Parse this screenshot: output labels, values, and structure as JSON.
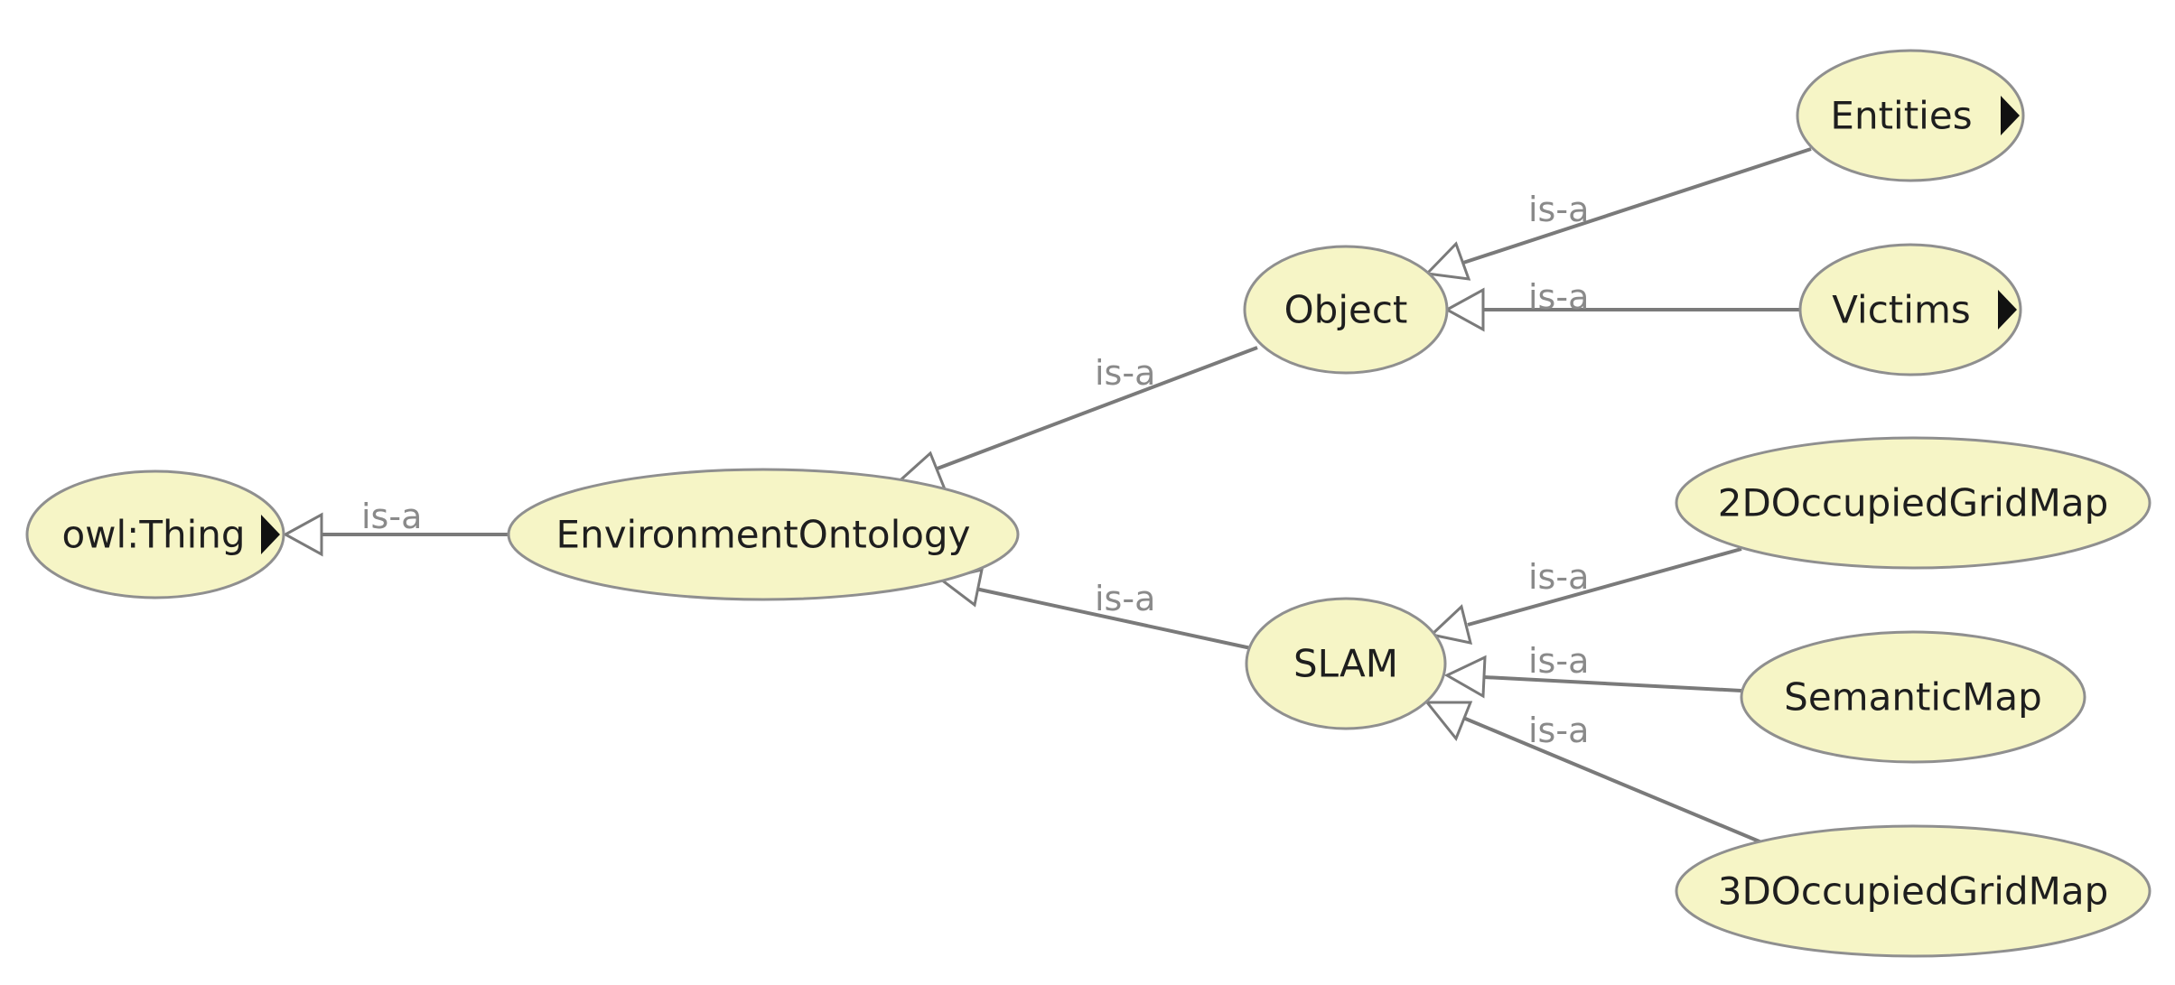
{
  "nodes": [
    {
      "id": "owl-thing",
      "label": "owl:Thing",
      "expandable": true
    },
    {
      "id": "environment-ontology",
      "label": "EnvironmentOntology",
      "expandable": false
    },
    {
      "id": "object",
      "label": "Object",
      "expandable": false
    },
    {
      "id": "slam",
      "label": "SLAM",
      "expandable": false
    },
    {
      "id": "entities",
      "label": "Entities",
      "expandable": true
    },
    {
      "id": "victims",
      "label": "Victims",
      "expandable": true
    },
    {
      "id": "2d-occupied-grid-map",
      "label": "2DOccupiedGridMap",
      "expandable": false
    },
    {
      "id": "semantic-map",
      "label": "SemanticMap",
      "expandable": false
    },
    {
      "id": "3d-occupied-grid-map",
      "label": "3DOccupiedGridMap",
      "expandable": false
    }
  ],
  "edges": [
    {
      "from": "environment-ontology",
      "to": "owl-thing",
      "label": "is-a"
    },
    {
      "from": "object",
      "to": "environment-ontology",
      "label": "is-a"
    },
    {
      "from": "slam",
      "to": "environment-ontology",
      "label": "is-a"
    },
    {
      "from": "entities",
      "to": "object",
      "label": "is-a"
    },
    {
      "from": "victims",
      "to": "object",
      "label": "is-a"
    },
    {
      "from": "2d-occupied-grid-map",
      "to": "slam",
      "label": "is-a"
    },
    {
      "from": "semantic-map",
      "to": "slam",
      "label": "is-a"
    },
    {
      "from": "3d-occupied-grid-map",
      "to": "slam",
      "label": "is-a"
    }
  ],
  "colors": {
    "node_fill": "#f6f5c6",
    "node_stroke": "#8f8f8f",
    "edge_stroke": "#7a7a7a",
    "edge_label": "#8a8a8a"
  }
}
